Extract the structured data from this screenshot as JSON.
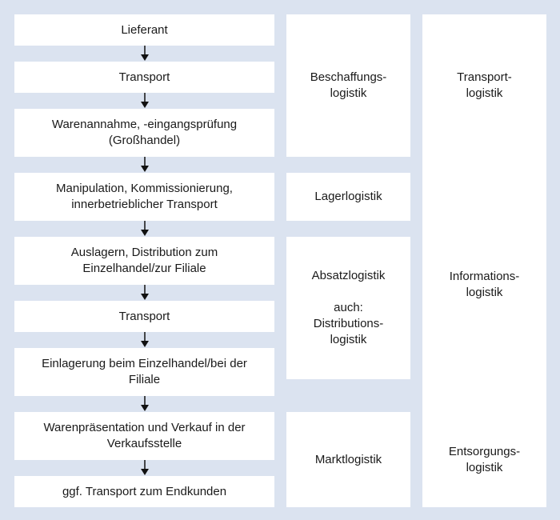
{
  "flow_steps": [
    "Lieferant",
    "Transport",
    "Warenannahme, -eingangsprüfung\n(Großhandel)",
    "Manipulation, Kommissionierung,\ninnerbetrieblicher Transport",
    "Auslagern, Distribution zum\nEinzelhandel/zur Filiale",
    "Transport",
    "Einlagerung beim Einzelhandel/bei der\nFiliale",
    "Warenpräsentation und Verkauf in der\nVerkaufsstelle",
    "ggf. Transport zum Endkunden"
  ],
  "logistics_phases": {
    "beschaffung": "Beschaffungs-\nlogistik",
    "lager": "Lagerlogistik",
    "absatz": "Absatzlogistik\n\nauch:\nDistributions-\nlogistik",
    "markt": "Marktlogistik"
  },
  "cross_functions": {
    "transport": "Transport-\nlogistik",
    "information": "Informations-\nlogistik",
    "entsorgung": "Entsorgungs-\nlogistik"
  },
  "colors": {
    "background": "#dbe3f0",
    "box": "#ffffff",
    "text": "#1a1a1a",
    "arrow": "#111111"
  }
}
